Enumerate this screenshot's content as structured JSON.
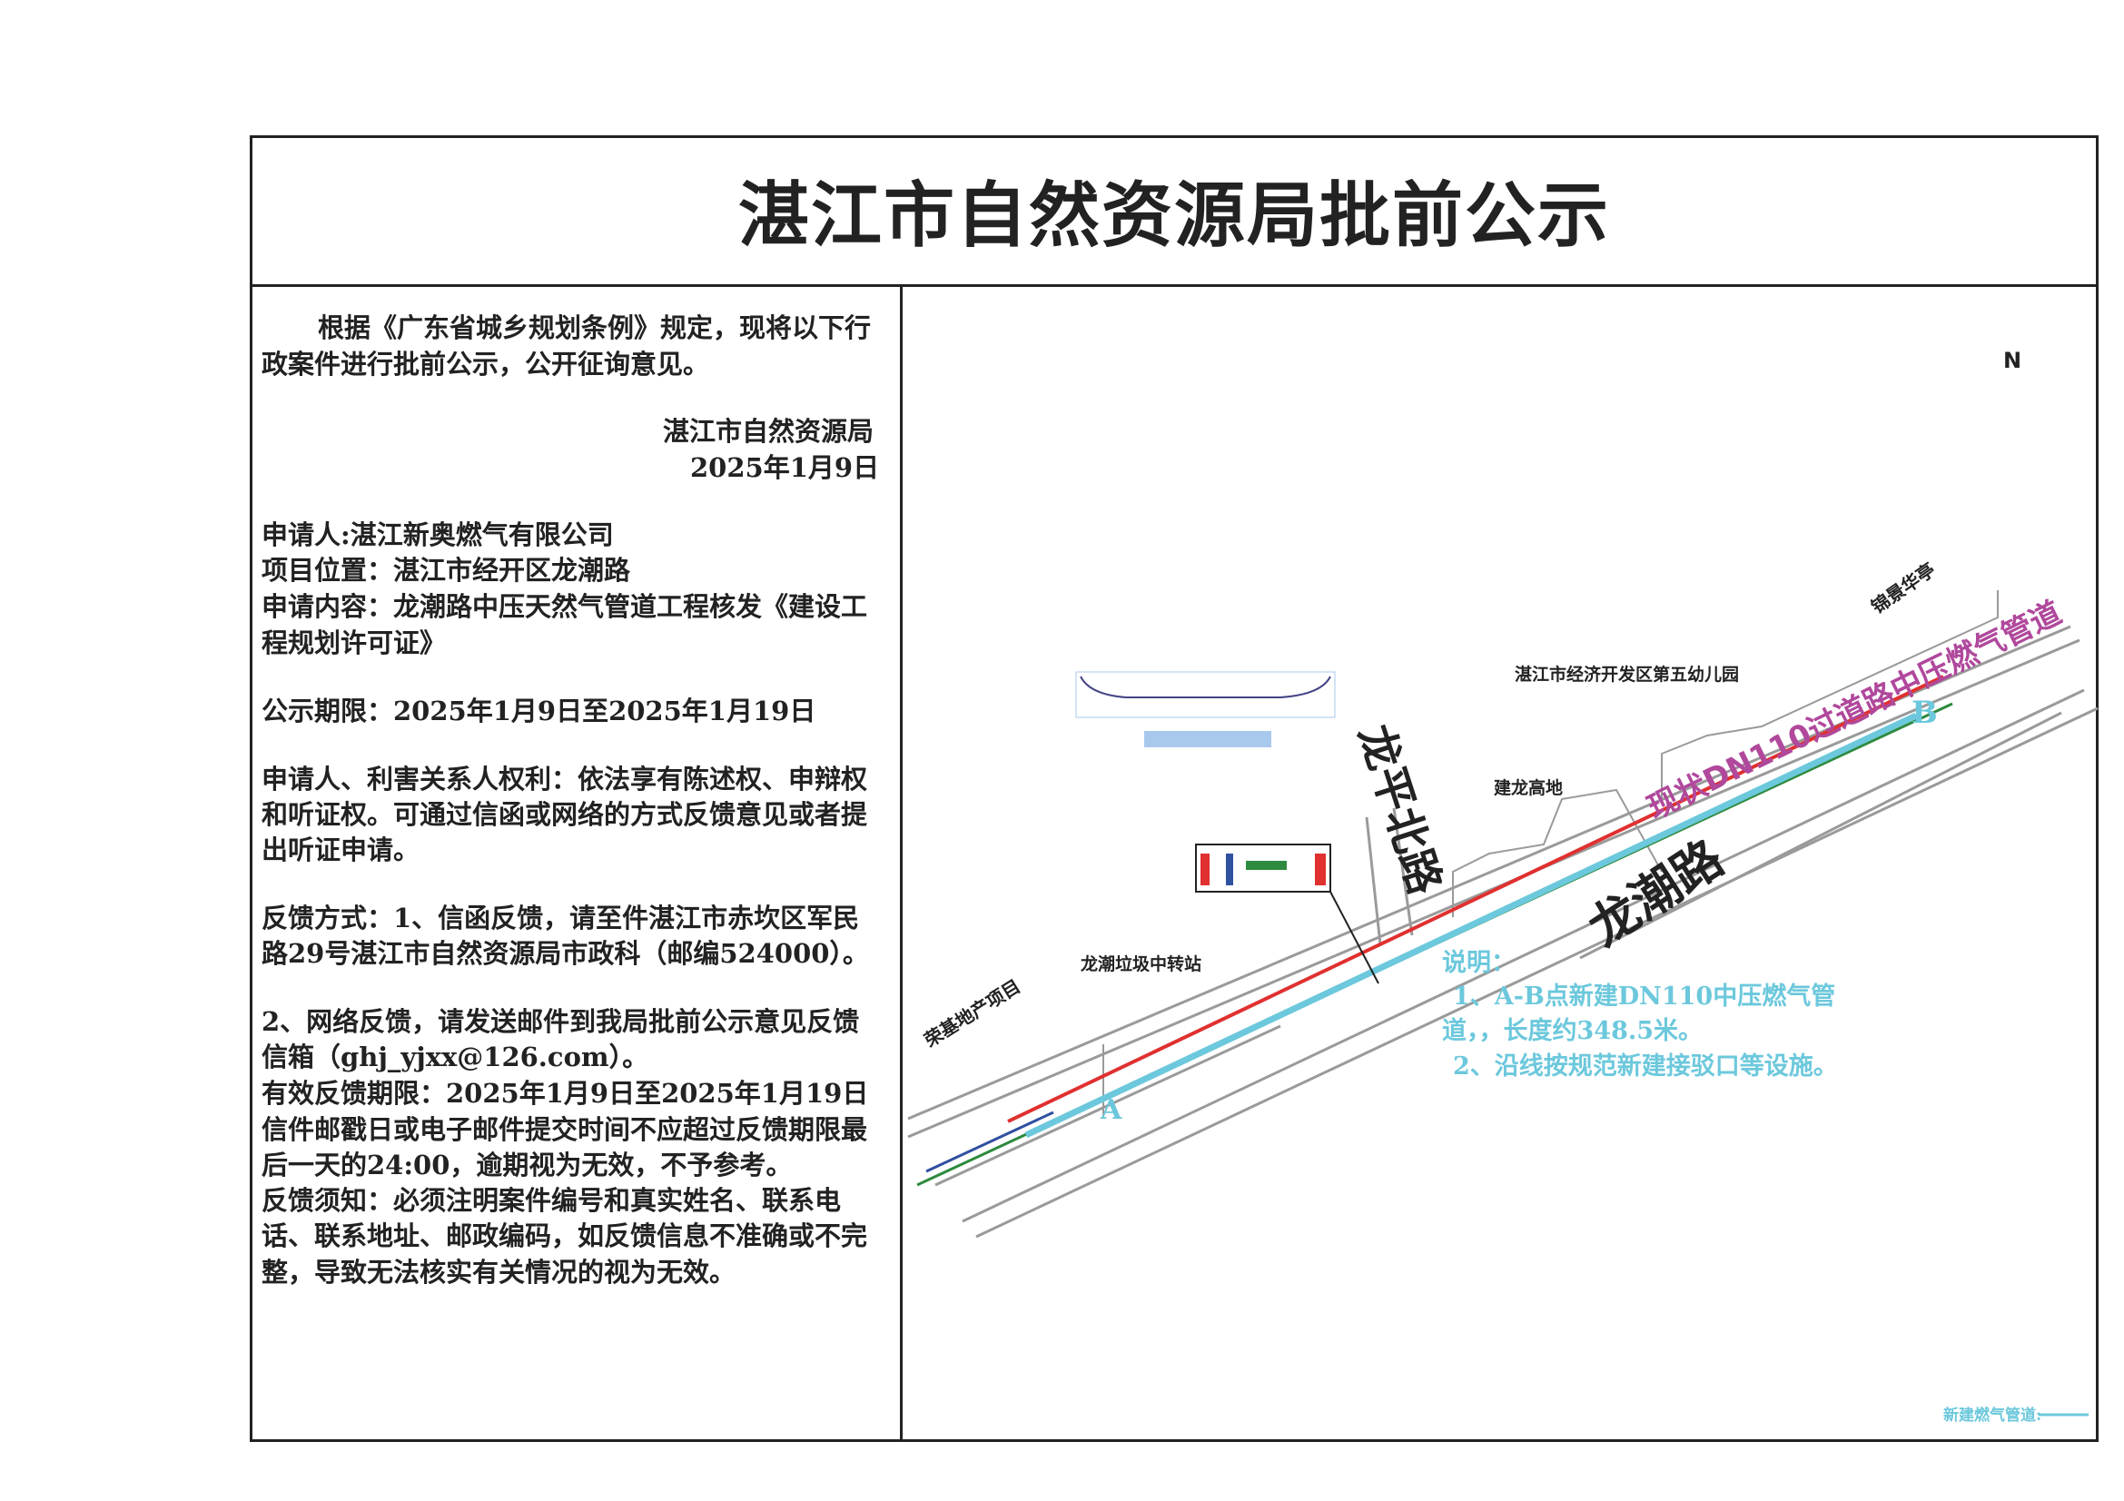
{
  "title": "湛江市自然资源局批前公示",
  "left_panel": {
    "lines": [
      "根据《广东省城乡规划条例》规定，现将以下行",
      "政案件进行批前公示，公开征询意见。",
      "湛江市自然资源局",
      "2025年1月9日",
      "申请人:湛江新奥燃气有限公司",
      "项目位置：湛江市经开区龙潮路",
      "申请内容：龙潮路中压天然气管道工程核发《建设工",
      "程规划许可证》",
      "公示期限：2025年1月9日至2025年1月19日",
      "申请人、利害关系人权利：依法享有陈述权、申辩权",
      "和听证权。可通过信函或网络的方式反馈意见或者提",
      "出听证申请。",
      "反馈方式：1、信函反馈，请至件湛江市赤坎区军民",
      "路29号湛江市自然资源局市政科（邮编524000）。",
      "2、网络反馈，请发送邮件到我局批前公示意见反馈",
      "信箱（ghj_yjxx@126.com）。",
      "有效反馈期限：2025年1月9日至2025年1月19日",
      "信件邮戳日或电子邮件提交时间不应超过反馈期限最",
      "后一天的24:00，逾期视为无效，不予参考。",
      "反馈须知：必须注明案件编号和真实姓名、联系电",
      "话、联系地址、邮政编码，如反馈信息不准确或不完",
      "整，导致无法核实有关情况的视为无效。"
    ]
  },
  "map": {
    "labels": {
      "kindergarten": "湛江市经济开发区第五幼儿园",
      "longping_road": "龙平北路",
      "jianlong": "建龙高地",
      "longchao_road": "龙潮路",
      "existing_pipe": "现状DN110过道路中压燃气管道",
      "jinjing": "锦景华亭",
      "transfer_station": "龙潮垃圾中转站",
      "real_estate": "荣基地产项目",
      "point_a": "A",
      "point_b": "B",
      "north": "N"
    },
    "notes": {
      "heading": "说明：",
      "item1": "1、A-B点新建DN110中压燃气管",
      "item1_cont": "道，，长度约348.5米。",
      "item2": "2、沿线按规范新建接驳口等设施。"
    },
    "legend": {
      "new_pipe": "新建燃气管道:"
    },
    "colors": {
      "new_pipe": "#6cc8dc",
      "existing_pipe": "#b0489c",
      "road": "#999999",
      "red_line": "#e03030",
      "green_line": "#2e8a3e",
      "blue_line": "#3050a0"
    }
  }
}
